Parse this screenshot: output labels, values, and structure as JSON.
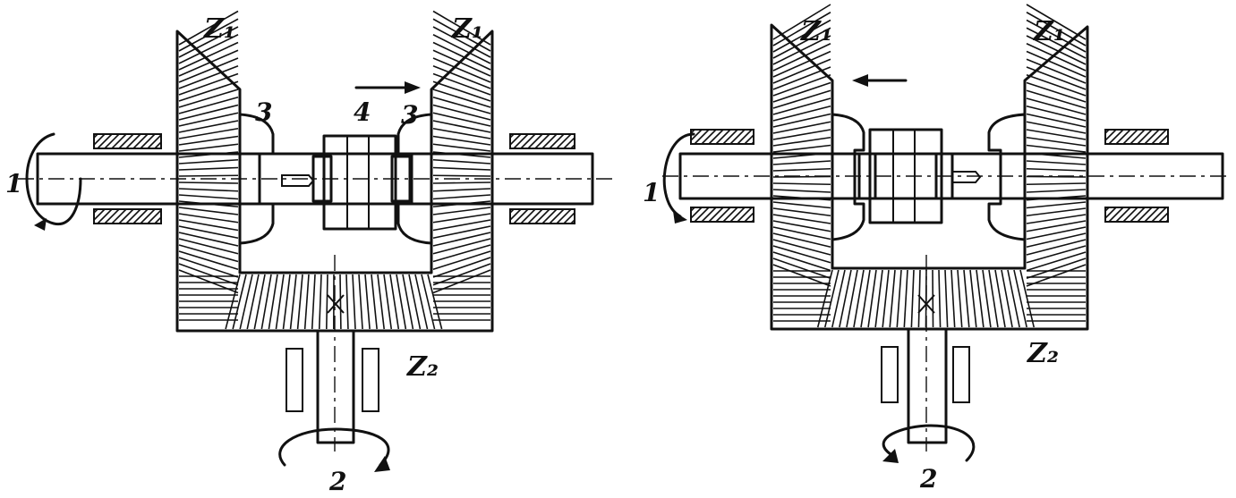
{
  "figure": {
    "left_panel": {
      "labels": {
        "gear_left": "Z₁",
        "gear_right": "Z₁",
        "gear_bottom": "Z₂",
        "clutch_left": "3",
        "clutch_right": "3",
        "sliding_clutch": "4",
        "input_shaft": "1",
        "output_shaft": "2"
      },
      "arrow_direction": "right"
    },
    "right_panel": {
      "labels": {
        "gear_left": "Z₁",
        "gear_right": "Z₁",
        "gear_bottom": "Z₂",
        "input_shaft": "1",
        "output_shaft": "2"
      },
      "arrow_direction": "left"
    }
  }
}
